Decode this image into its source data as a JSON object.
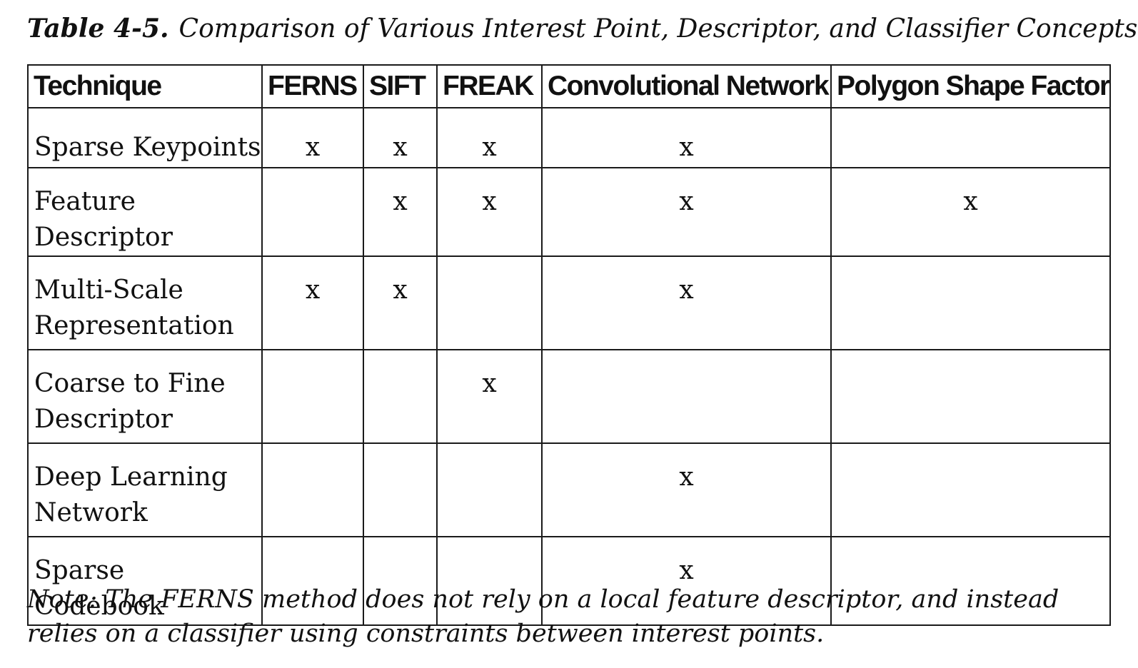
{
  "caption": {
    "label": "Table 4-5.",
    "title": "Comparison of Various Interest Point, Descriptor, and Classifier Concepts"
  },
  "table": {
    "headers": [
      "Technique",
      "FERNS",
      "SIFT",
      "FREAK",
      "Convolutional Network",
      "Polygon Shape Factors"
    ],
    "rows": [
      {
        "label": "Sparse Keypoints",
        "cells": [
          "x",
          "x",
          "x",
          "x",
          ""
        ]
      },
      {
        "label": "Feature Descriptor",
        "cells": [
          "",
          "x",
          "x",
          "x",
          "x"
        ]
      },
      {
        "label": "Multi-Scale Representation",
        "cells": [
          "x",
          "x",
          "",
          "x",
          ""
        ]
      },
      {
        "label": "Coarse to Fine Descriptor",
        "cells": [
          "",
          "",
          "x",
          "",
          ""
        ]
      },
      {
        "label": "Deep Learning Network",
        "cells": [
          "",
          "",
          "",
          "x",
          ""
        ]
      },
      {
        "label": "Sparse Codebook",
        "cells": [
          "",
          "",
          "",
          "x",
          ""
        ]
      }
    ]
  },
  "note": "Note: The FERNS method does not rely on a local feature descriptor, and instead relies on a classifier using constraints between interest points."
}
